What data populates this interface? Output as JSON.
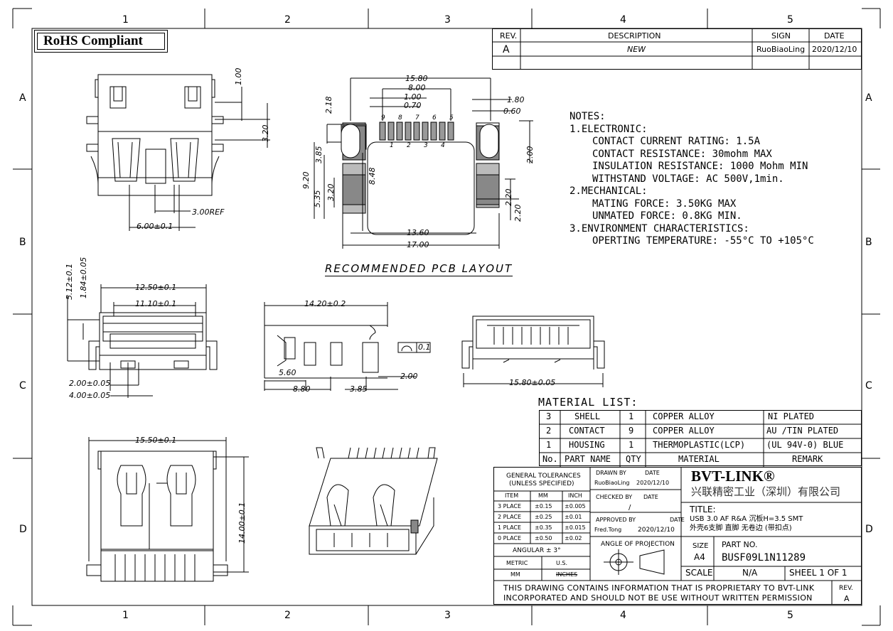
{
  "frame": {
    "top_cols": [
      "1",
      "2",
      "3",
      "4",
      "5"
    ],
    "bottom_cols": [
      "1",
      "2",
      "3",
      "4",
      "5"
    ],
    "left_rows": [
      "A",
      "B",
      "C",
      "D"
    ],
    "right_rows": [
      "A",
      "B",
      "C",
      "D"
    ]
  },
  "rohs": "RoHS Compliant",
  "revision_table": {
    "headers": [
      "REV.",
      "DESCRIPTION",
      "SIGN",
      "DATE"
    ],
    "rows": [
      [
        "A",
        "NEW",
        "RuoBiaoLing",
        "2020/12/10"
      ]
    ]
  },
  "notes": {
    "title": "NOTES:",
    "sections": [
      {
        "heading": "1.ELECTRONIC:",
        "items": [
          "CONTACT CURRENT RATING: 1.5A",
          "CONTACT RESISTANCE: 30mohm MAX",
          "INSULATION RESISTANCE: 1000 Mohm MIN",
          "WITHSTAND VOLTAGE: AC 500V,1min."
        ]
      },
      {
        "heading": "2.MECHANICAL:",
        "items": [
          "MATING FORCE: 3.50KG MAX",
          "UNMATED FORCE: 0.8KG MIN."
        ]
      },
      {
        "heading": "3.ENVIRONMENT CHARACTERISTICS:",
        "items": [
          "OPERTING TEMPERATURE: -55°C TO +105°C"
        ]
      }
    ]
  },
  "pcb_layout_label": "RECOMMENDED PCB LAYOUT",
  "dims": {
    "front_1_00": "1.00",
    "front_3_20": "3.20",
    "front_3ref": "3.00REF",
    "front_6": "6.00±0.1",
    "pcb_15_80": "15.80",
    "pcb_8_00": "8.00",
    "pcb_1_00": "1.00",
    "pcb_0_70": "0.70",
    "pcb_1_80": "1.80",
    "pcb_0_60": "0.60",
    "pcb_2_18": "2.18",
    "pcb_3_85": "3.85",
    "pcb_9_20": "9.20",
    "pcb_5_35": "5.35",
    "pcb_3_20": "3.20",
    "pcb_8_48": "8.48",
    "pcb_2_00": "2.00",
    "pcb_2_20a": "2.20",
    "pcb_2_20b": "2.20",
    "pcb_13_60": "13.60",
    "pcb_17_00": "17.00",
    "pins_top": [
      "9",
      "8",
      "7",
      "6",
      "5"
    ],
    "pins_bottom": [
      "1",
      "2",
      "3",
      "4"
    ],
    "mid_5_12": "5.12±0.1",
    "mid_1_84": "1.84±0.05",
    "mid_12_50": "12.50±0.1",
    "mid_11_10": "11.10±0.1",
    "mid_2_00": "2.00±0.05",
    "mid_4_00": "4.00±0.05",
    "side_14_20": "14.20±0.2",
    "side_5_60": "5.60",
    "side_8_80": "8.80",
    "side_3_85": "3.85",
    "side_2_00": "2.00",
    "side_tol": "0.1",
    "rear_15_80": "15.80±0.05",
    "bot_15_50": "15.50±0.1",
    "bot_14_00": "14.00±0.1"
  },
  "material": {
    "title": "MATERIAL  LIST:",
    "rows": [
      [
        "3",
        "SHELL",
        "1",
        "COPPER ALLOY",
        "NI PLATED"
      ],
      [
        "2",
        "CONTACT",
        "9",
        "COPPER ALLOY",
        "AU /TIN PLATED"
      ],
      [
        "1",
        "HOUSING",
        "1",
        "THERMOPLASTIC(LCP)",
        "(UL 94V-0) BLUE"
      ]
    ],
    "header": [
      "No.",
      "PART NAME",
      "QTY",
      "MATERIAL",
      "REMARK"
    ]
  },
  "tolerances": {
    "title1": "GENERAL TOLERANCES",
    "title2": "(UNLESS SPECIFIED)",
    "cols": [
      "ITEM",
      "MM",
      "INCH"
    ],
    "rows": [
      [
        "3 PLACE",
        "±0.15",
        "±0.005"
      ],
      [
        "2 PLACE",
        "±0.25",
        "±0.01"
      ],
      [
        "1 PLACE",
        "±0.35",
        "±0.015"
      ],
      [
        "0 PLACE",
        "±0.50",
        "±0.02"
      ]
    ],
    "angular": "ANGULAR ± 3°",
    "metric": "METRIC",
    "us": "U.S.",
    "mm": "MM",
    "inches": "INCHES"
  },
  "title_block": {
    "drawn_by": "DRAWN BY",
    "date_l": "DATE",
    "drawn_name": "RuoBiaoLing",
    "drawn_date": "2020/12/10",
    "checked_by": "CHECKED BY",
    "checked_date_l": "DATE",
    "checked_name": "/",
    "approved_by": "APPROVED BY",
    "approved_date_l": "DATE",
    "approved_name": "Fred.Tong",
    "approved_date": "2020/12/10",
    "projection": "ANGLE OF PROJECTION",
    "company": "BVT-LINK®",
    "company_cn": "兴联精密工业（深圳）有限公司",
    "title_l": "TITLE:",
    "title1": "USB 3.0 AF R&A 沉板H=3.5 SMT",
    "title2": "外壳6支脚 直脚 无卷边 (带扣点)",
    "size_l": "SIZE",
    "size": "A4",
    "part_no_l": "PART NO.",
    "part_no": "BUSF09L1N11289",
    "scale_l": "SCALE",
    "scale": "N/A",
    "sheet": "SHEEL 1 OF 1",
    "prop1": "THIS DRAWING CONTAINS INFORMATION THAT IS PROPRIETARY TO BVT-LINK",
    "prop2": "INCORPORATED AND SHOULD NOT BE USE WITHOUT WRITTEN PERMISSION",
    "rev_l": "REV.",
    "rev": "A"
  }
}
